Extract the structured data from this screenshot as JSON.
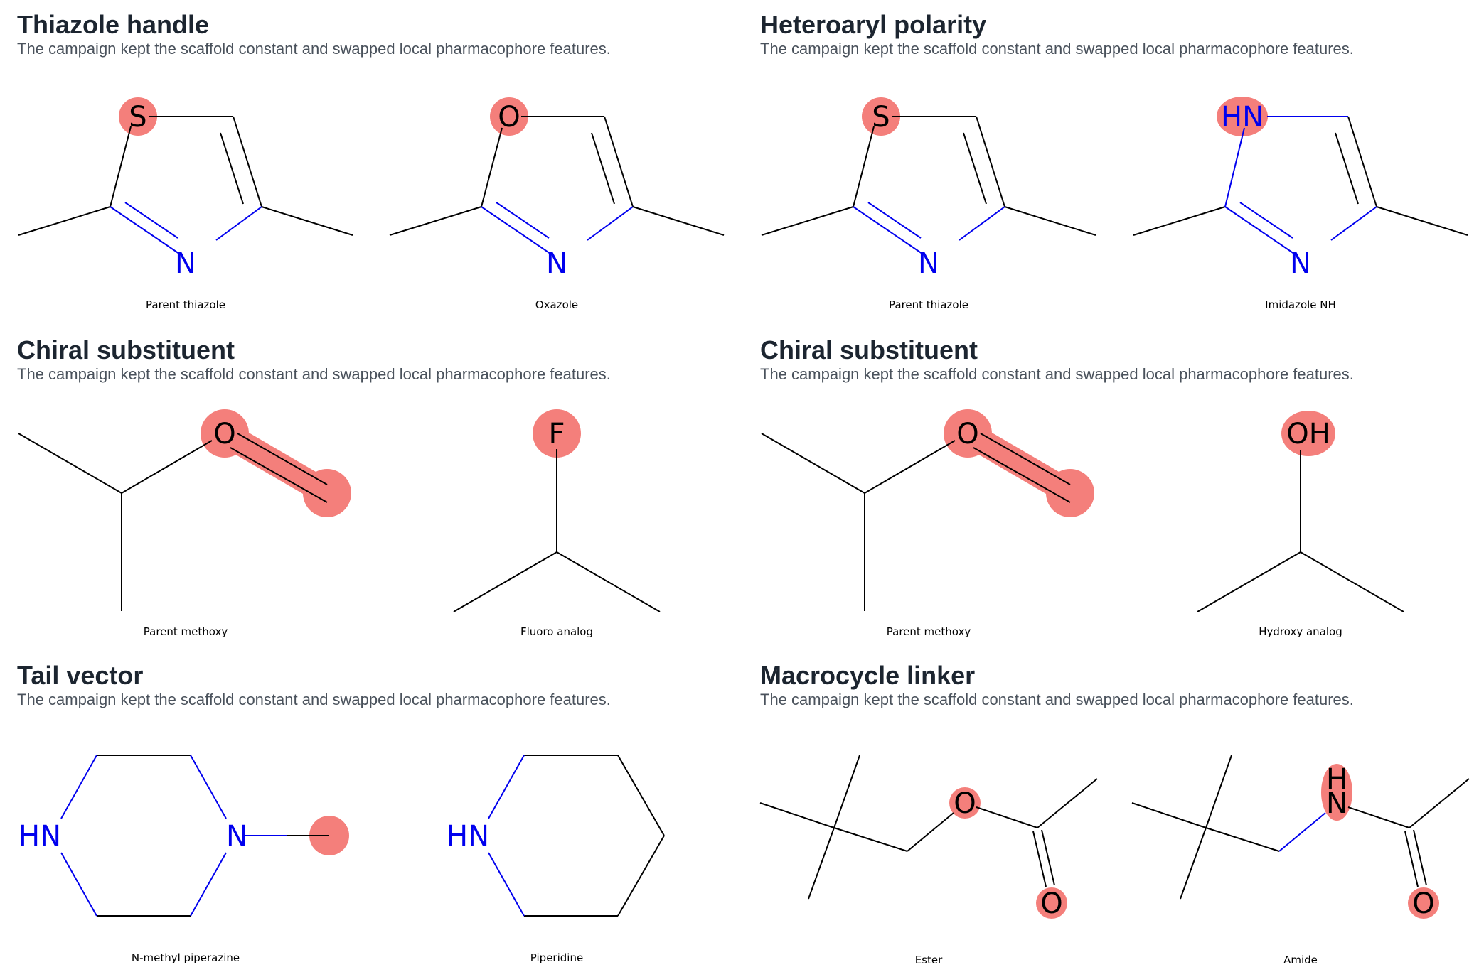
{
  "panels": [
    {
      "title": "Thiazole handle",
      "subtitle": "The campaign kept the scaffold constant and swapped local pharmacophore features.",
      "molecules": [
        {
          "caption": "Parent thiazole",
          "label_s": "S",
          "label_n": "N"
        },
        {
          "caption": "Oxazole",
          "label_o": "O",
          "label_n": "N"
        }
      ]
    },
    {
      "title": "Heteroaryl polarity",
      "subtitle": "The campaign kept the scaffold constant and swapped local pharmacophore features.",
      "molecules": [
        {
          "caption": "Parent thiazole",
          "label_s": "S",
          "label_n": "N"
        },
        {
          "caption": "Imidazole NH",
          "label_hn": "HN",
          "label_n": "N"
        }
      ]
    },
    {
      "title": "Chiral substituent",
      "subtitle": "The campaign kept the scaffold constant and swapped local pharmacophore features.",
      "molecules": [
        {
          "caption": "Parent methoxy",
          "label_o": "O"
        },
        {
          "caption": "Fluoro analog",
          "label_f": "F"
        }
      ]
    },
    {
      "title": "Chiral substituent",
      "subtitle": "The campaign kept the scaffold constant and swapped local pharmacophore features.",
      "molecules": [
        {
          "caption": "Parent methoxy",
          "label_o": "O"
        },
        {
          "caption": "Hydroxy analog",
          "label_oh": "OH"
        }
      ]
    },
    {
      "title": "Tail vector",
      "subtitle": "The campaign kept the scaffold constant and swapped local pharmacophore features.",
      "molecules": [
        {
          "caption": "N-methyl piperazine",
          "label_hn": "HN",
          "label_n": "N"
        },
        {
          "caption": "Piperidine",
          "label_hn": "HN"
        }
      ]
    },
    {
      "title": "Macrocycle linker",
      "subtitle": "The campaign kept the scaffold constant and swapped local pharmacophore features.",
      "molecules": [
        {
          "caption": "Ester",
          "label_o1": "O",
          "label_o2": "O"
        },
        {
          "caption": "Amide",
          "label_h": "H",
          "label_n": "N",
          "label_o": "O"
        }
      ]
    }
  ],
  "colors": {
    "highlight": "#f47f7b",
    "nitrogen": "#0000ee",
    "bond": "#000000"
  }
}
